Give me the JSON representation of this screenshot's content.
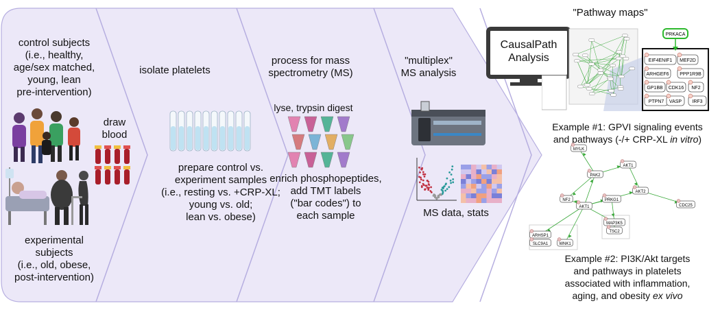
{
  "colors": {
    "arrow_fill": "#ece8f8",
    "arrow_stroke": "#b6aee0",
    "background": "#ffffff",
    "network_edge": "#3aa83a",
    "highlight_node": "#2db82d"
  },
  "columns": {
    "col1_top": [
      "control subjects",
      "(i.e., healthy,",
      "age/sex matched,",
      "young, lean",
      "pre-intervention)"
    ],
    "col1_bottom": [
      "experimental",
      "subjects",
      "(i.e., old, obese,",
      "post-intervention)"
    ],
    "draw": [
      "draw",
      "blood"
    ],
    "col2_top": "isolate platelets",
    "col2_bottom": [
      "prepare control vs.",
      "experiment samples",
      "(i.e., resting vs. +CRP-XL;",
      "young vs. old;",
      "lean vs. obese)"
    ],
    "col3_top": [
      "process  for mass",
      "spectrometry (MS)"
    ],
    "col3_mid": "lyse, trypsin digest",
    "col3_bottom": [
      "enrich phosphopeptides,",
      "add TMT labels",
      "(\"bar codes\") to",
      "each sample"
    ],
    "col4_top": [
      "\"multiplex\"",
      "MS analysis"
    ],
    "col4_bottom": "MS data, stats",
    "causalpath": [
      "CausalPath",
      "Analysis"
    ],
    "pathway_maps": "\"Pathway maps\"",
    "example1": [
      "Example #1:  GPVI signaling events",
      "and pathways (-/+ CRP-XL "
    ],
    "example1_italic": "in vitro",
    "example1_end": ")",
    "example2": [
      "Example #2:  PI3K/Akt targets",
      "and pathways in platelets",
      "associated with inflammation,",
      "aging, and obesity "
    ],
    "example2_italic": "ex vivo"
  },
  "network1": {
    "highlight": "PRKACA",
    "nodes": [
      "EIF4ENIF1",
      "MEF2D",
      "ARHGEF6",
      "PPP1R9B",
      "GP1BB",
      "CDK16",
      "NF2",
      "PTPN7",
      "VASP",
      "IRF3"
    ]
  },
  "network2": {
    "nodes": [
      "MYLK",
      "PAK2",
      "AKT1",
      "NF2",
      "AKT1",
      "PRKG1",
      "AKT2",
      "CDC25",
      "MAP3K5",
      "TSC2",
      "ARHSP1",
      "SLC9A1",
      "WNK1"
    ]
  }
}
